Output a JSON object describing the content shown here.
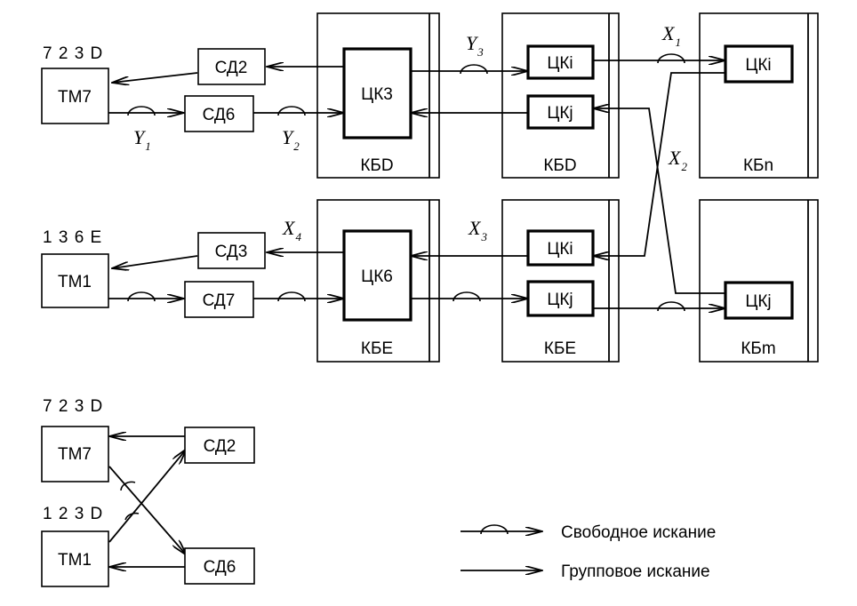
{
  "top": {
    "tm7_number": "7 2 3 D",
    "tm1_number": "1 3 6 E",
    "tm7": "ТМ7",
    "tm1": "ТМ1",
    "sd2": "СД2",
    "sd6": "СД6",
    "sd3": "СД3",
    "sd7": "СД7",
    "ck3": "ЦК3",
    "ck6": "ЦК6",
    "cki": "ЦКi",
    "ckj": "ЦКj",
    "kbd": "КБD",
    "kbe": "КБЕ",
    "kbn": "КБn",
    "kbm": "КБm"
  },
  "vars": {
    "Y1": {
      "base": "Y",
      "sub": "1"
    },
    "Y2": {
      "base": "Y",
      "sub": "2"
    },
    "Y3": {
      "base": "Y",
      "sub": "3"
    },
    "X1": {
      "base": "X",
      "sub": "1"
    },
    "X2": {
      "base": "X",
      "sub": "2"
    },
    "X3": {
      "base": "X",
      "sub": "3"
    },
    "X4": {
      "base": "X",
      "sub": "4"
    }
  },
  "bottom": {
    "tm7_number": "7 2 3 D",
    "tm1_number": "1 2 3 D",
    "tm7": "ТМ7",
    "tm1": "ТМ1",
    "sd2": "СД2",
    "sd6": "СД6"
  },
  "legend": {
    "free_search": "Свободное искание",
    "group_search": "Групповое искание"
  }
}
